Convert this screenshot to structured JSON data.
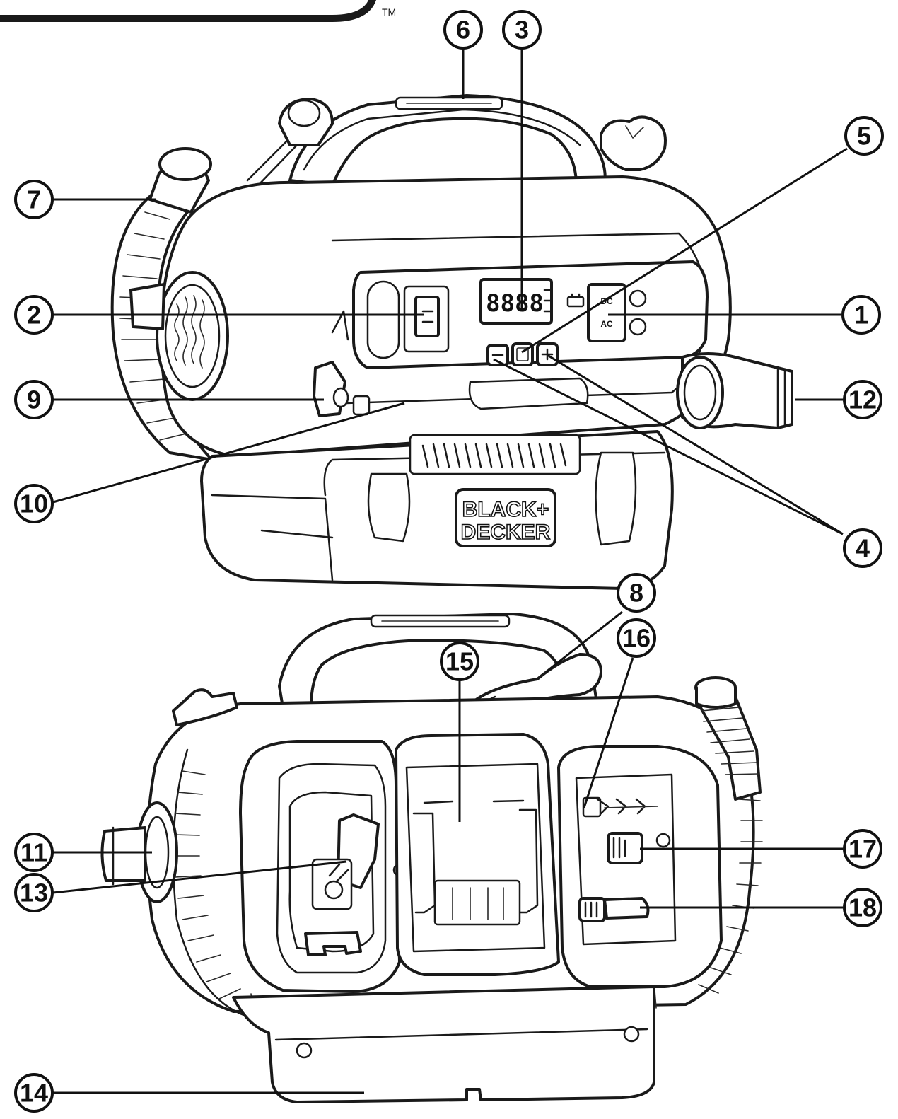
{
  "diagram": {
    "trademark": "TM",
    "logo": {
      "line1": "BLACK+",
      "line2": "DECKER"
    },
    "lcd_readout": "8888",
    "mode_switch": {
      "dc": "DC",
      "ac": "AC"
    },
    "callouts": [
      {
        "id": "callout-1",
        "number": "1"
      },
      {
        "id": "callout-2",
        "number": "2"
      },
      {
        "id": "callout-3",
        "number": "3"
      },
      {
        "id": "callout-4",
        "number": "4"
      },
      {
        "id": "callout-5",
        "number": "5"
      },
      {
        "id": "callout-6",
        "number": "6"
      },
      {
        "id": "callout-7",
        "number": "7"
      },
      {
        "id": "callout-8",
        "number": "8"
      },
      {
        "id": "callout-9",
        "number": "9"
      },
      {
        "id": "callout-10",
        "number": "10"
      },
      {
        "id": "callout-11",
        "number": "11"
      },
      {
        "id": "callout-12",
        "number": "12"
      },
      {
        "id": "callout-13",
        "number": "13"
      },
      {
        "id": "callout-14",
        "number": "14"
      },
      {
        "id": "callout-15",
        "number": "15"
      },
      {
        "id": "callout-16",
        "number": "16"
      },
      {
        "id": "callout-17",
        "number": "17"
      },
      {
        "id": "callout-18",
        "number": "18"
      }
    ]
  }
}
